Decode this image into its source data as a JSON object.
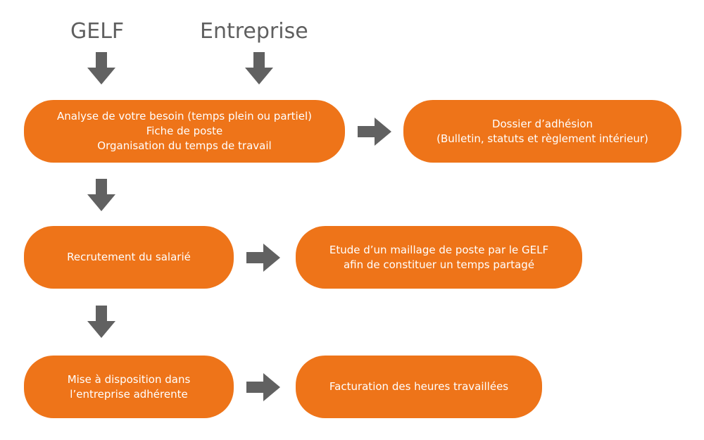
{
  "header": {
    "left_label": "GELF",
    "right_label": "Entreprise"
  },
  "steps": {
    "analyse": {
      "line1": "Analyse de votre besoin (temps plein ou partiel)",
      "line2": "Fiche de poste",
      "line3": "Organisation du temps de travail"
    },
    "dossier": {
      "line1": "Dossier d’adhésion",
      "line2": "(Bulletin, statuts et règlement intérieur)"
    },
    "recrutement": {
      "line1": "Recrutement du salarié"
    },
    "etude": {
      "line1": "Etude d’un maillage de poste par le GELF",
      "line2": "afin de constituer un temps partagé"
    },
    "mise_a_disposition": {
      "line1": "Mise à disposition dans",
      "line2": "l’entreprise adhérente"
    },
    "facturation": {
      "line1": "Facturation des heures travaillées"
    }
  },
  "colors": {
    "box_fill": "#ee7419",
    "box_text": "#ffffff",
    "arrow_fill": "#616161",
    "header_text": "#5f5f5f"
  },
  "icons": {
    "down_arrow": "arrow-down-icon",
    "right_arrow": "arrow-right-icon"
  }
}
